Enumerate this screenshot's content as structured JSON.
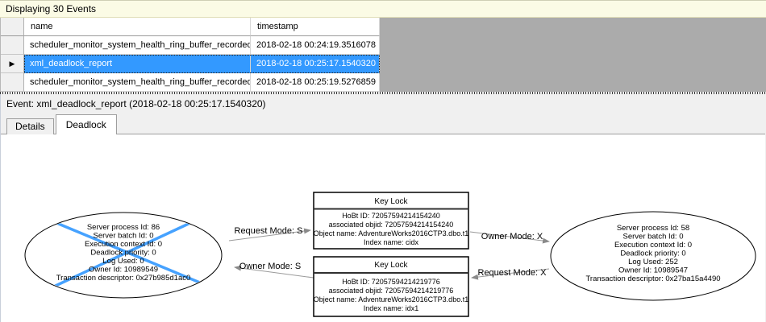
{
  "header": {
    "title": "Displaying 30 Events"
  },
  "grid": {
    "columns": [
      "name",
      "timestamp"
    ],
    "selected_marker": "▶",
    "rows": [
      {
        "name": "scheduler_monitor_system_health_ring_buffer_recorded",
        "timestamp": "2018-02-18 00:24:19.3516078"
      },
      {
        "name": "xml_deadlock_report",
        "timestamp": "2018-02-18 00:25:17.1540320"
      },
      {
        "name": "scheduler_monitor_system_health_ring_buffer_recorded",
        "timestamp": "2018-02-18 00:25:19.5276859"
      }
    ]
  },
  "event_bar": {
    "text": "Event: xml_deadlock_report (2018-02-18 00:25:17.1540320)"
  },
  "tabs": [
    {
      "label": "Details"
    },
    {
      "label": "Deadlock"
    }
  ],
  "graph": {
    "processes": [
      {
        "victim": true,
        "lines": [
          "Server process Id: 86",
          "Server batch Id: 0",
          "Execution context Id: 0",
          "Deadlock priority: 0",
          "Log Used: 0",
          "Owner Id: 10989549",
          "Transaction descriptor: 0x27b985d1ac0"
        ]
      },
      {
        "victim": false,
        "lines": [
          "Server process Id: 58",
          "Server batch Id: 0",
          "Execution context Id: 0",
          "Deadlock priority: 0",
          "Log Used: 252",
          "Owner Id: 10989547",
          "Transaction descriptor: 0x27ba15a4490"
        ]
      }
    ],
    "resources": [
      {
        "title": "Key Lock",
        "lines": [
          "HoBt ID: 72057594214154240",
          "associated objid: 72057594214154240",
          "Object name: AdventureWorks2016CTP3.dbo.t1",
          "Index name: cidx"
        ]
      },
      {
        "title": "Key Lock",
        "lines": [
          "HoBt ID: 72057594214219776",
          "associated objid: 72057594214219776",
          "Object name: AdventureWorks2016CTP3.dbo.t1",
          "Index name: idx1"
        ]
      }
    ],
    "edges": [
      {
        "label": "Request Mode: S"
      },
      {
        "label": "Owner Mode: S"
      },
      {
        "label": "Owner Mode: X"
      },
      {
        "label": "Request Mode: X"
      }
    ]
  },
  "colors": {
    "selection": "#3399FF",
    "victim_x": "#46A2FF",
    "status_bar_bg": "#FBFBE5",
    "grid_void": "#ABABAB",
    "arrow": "#9A9A9A"
  }
}
